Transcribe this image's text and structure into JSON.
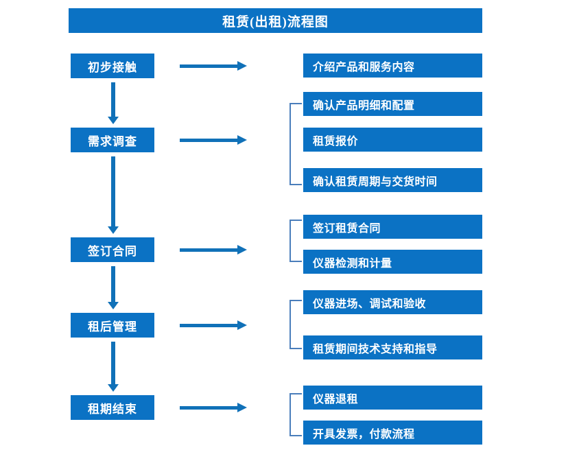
{
  "diagram": {
    "title": "租赁(出租)流程图",
    "colors": {
      "box_fill": "#0B72C4",
      "box_text": "#FFFFFF",
      "arrow": "#1071B8",
      "bracket": "#4A7EBB",
      "background": "#FFFFFF"
    },
    "stages": [
      {
        "label": "初步接触"
      },
      {
        "label": "需求调查"
      },
      {
        "label": "签订合同"
      },
      {
        "label": "租后管理"
      },
      {
        "label": "租期结束"
      }
    ],
    "detail_groups": [
      {
        "stage": "初步接触",
        "bracketed": false,
        "items": [
          {
            "label": "介绍产品和服务内容"
          }
        ]
      },
      {
        "stage": "需求调查",
        "bracketed": true,
        "items": [
          {
            "label": "确认产品明细和配置"
          },
          {
            "label": "租赁报价"
          },
          {
            "label": "确认租赁周期与交货时间"
          }
        ]
      },
      {
        "stage": "签订合同",
        "bracketed": true,
        "items": [
          {
            "label": "签订租赁合同"
          },
          {
            "label": "仪器检测和计量"
          }
        ]
      },
      {
        "stage": "租后管理",
        "bracketed": true,
        "items": [
          {
            "label": "仪器进场、调试和验收"
          },
          {
            "label": "租赁期间技术支持和指导"
          }
        ]
      },
      {
        "stage": "租期结束",
        "bracketed": true,
        "items": [
          {
            "label": "仪器退租"
          },
          {
            "label": "开具发票，付款流程"
          }
        ]
      }
    ],
    "connectors": {
      "horizontal_arrow_count": 5,
      "vertical_arrow_count": 4,
      "arrow_direction_horizontal": "right",
      "arrow_direction_vertical": "down"
    }
  }
}
